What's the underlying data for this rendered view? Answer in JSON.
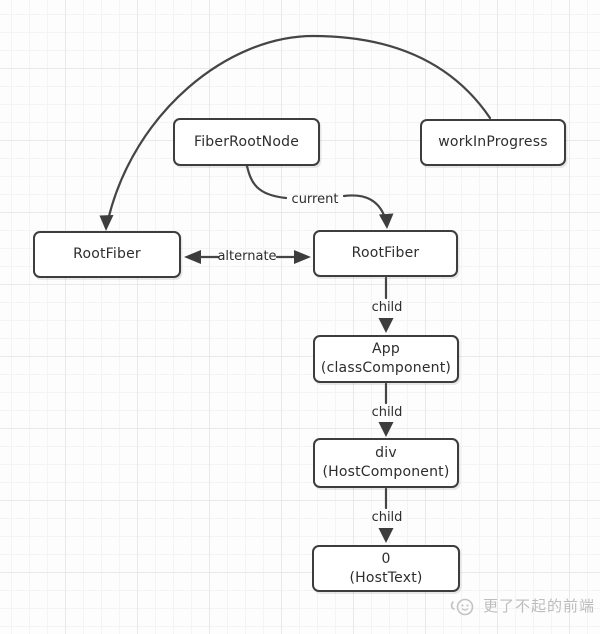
{
  "diagram": {
    "nodes": {
      "fiber_root_node": {
        "label": "FiberRootNode"
      },
      "work_in_progress": {
        "label": "workInProgress"
      },
      "root_fiber_left": {
        "label": "RootFiber"
      },
      "root_fiber_right": {
        "label": "RootFiber"
      },
      "app": {
        "title": "App",
        "subtitle": "(classComponent)"
      },
      "host_div": {
        "title": "div",
        "subtitle": "(HostComponent)"
      },
      "host_text": {
        "title": "0",
        "subtitle": "(HostText)"
      }
    },
    "edge_labels": {
      "current": "current",
      "alternate": "alternate",
      "child_1": "child",
      "child_2": "child",
      "child_3": "child"
    },
    "colors": {
      "stroke": "#454545",
      "node_border": "#3d3d3d",
      "text": "#2d2d2d",
      "grid_line": "#f4f4f4",
      "watermark": "#bdbdbd"
    }
  },
  "watermark": {
    "text": "更了不起的前端"
  }
}
